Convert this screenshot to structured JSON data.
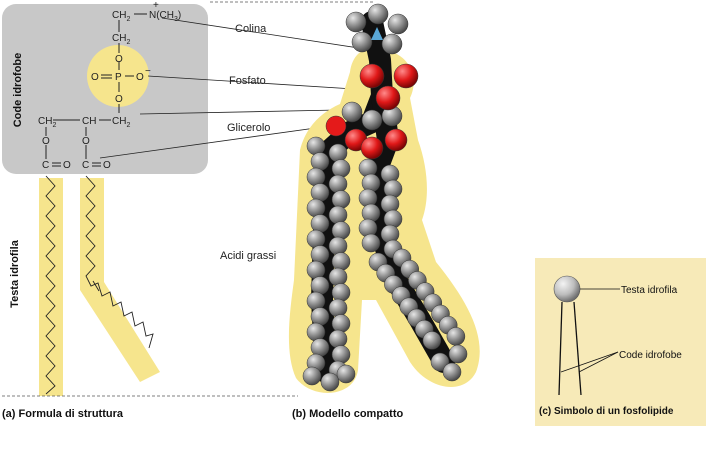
{
  "formula": {
    "groups": {
      "ch2_top": "CH",
      "n_label": "N(CH",
      "n_charge": "+",
      "ch3_tail": ")",
      "ch2_second": "CH",
      "o_top": "O",
      "o_left": "O",
      "p": "P",
      "o_right": "O",
      "o_minus": "−",
      "o_bottom": "O",
      "ch2_left": "CH",
      "ch_mid": "CH",
      "ch2_right": "CH",
      "o_ester_left": "O",
      "o_ester_right": "O",
      "c_left": "C",
      "o_dbl_left": "O",
      "c_right": "C",
      "o_dbl_right": "O",
      "sub2": "2",
      "sub3": "3"
    },
    "side_labels": {
      "hydrophobic_tails": "Code idrofobe",
      "hydrophilic_head": "Testa idrofila"
    },
    "caption": "(a) Formula di struttura"
  },
  "model": {
    "labels": {
      "choline": "Colina",
      "phosphate": "Fosfato",
      "glycerol": "Glicerolo",
      "fatty_acids": "Acidi grassi"
    },
    "caption": "(b) Modello compatto"
  },
  "symbol": {
    "head_label": "Testa idrofila",
    "tails_label": "Code idrofobe",
    "caption": "(c) Simbolo di un fosfolipide"
  },
  "colors": {
    "gray_box": "#c8c8c8",
    "yellow_highlight": "#f6e58d",
    "symbol_panel": "#f7eab8",
    "atom_carbon": "#8c8c8c",
    "atom_oxygen": "#e41a1a",
    "atom_nitrogen": "#5aa7d6",
    "backbone": "#111111"
  }
}
